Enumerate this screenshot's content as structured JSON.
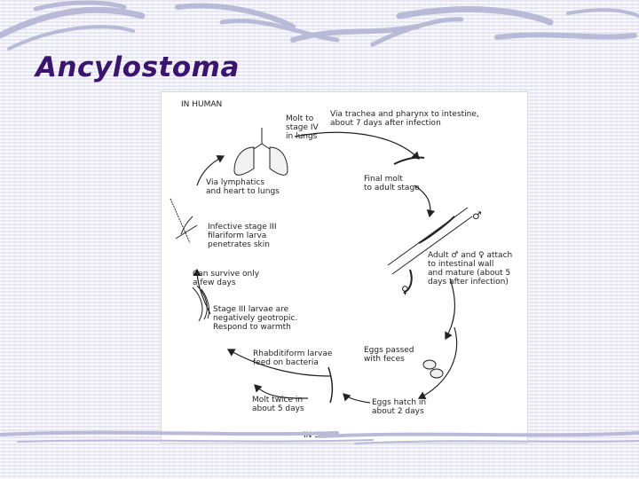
{
  "slide": {
    "title": "Ancylostoma"
  },
  "diagram": {
    "in_human": "IN HUMAN",
    "in_soil": "IN SOIL",
    "steps": {
      "molt_lungs": "Molt to\nstage IV\nin lungs",
      "via_trachea": "Via trachea and pharynx to intestine,\nabout 7 days after infection",
      "final_molt": "Final molt\nto adult stage",
      "adult_attach": "Adult ♂ and ♀ attach\nto intestinal wall\nand mature (about 5\ndays after infection)",
      "eggs_passed": "Eggs passed\nwith feces",
      "eggs_hatch": "Eggs hatch in\nabout 2 days",
      "molt_twice": "Molt twice in\nabout 5 days",
      "rhabditiform": "Rhabditiform larvae\nfeed on bacteria",
      "stage_three": "Stage III larvae are\nnegatively geotropic.\nRespond to warmth",
      "survive": "Can survive only\na few days",
      "infective": "Infective stage III\nfilariform larva\npenetrates skin",
      "lymphatics": "Via lymphatics\nand heart to lungs"
    },
    "symbols": {
      "male": "♂",
      "female": "♀"
    }
  }
}
